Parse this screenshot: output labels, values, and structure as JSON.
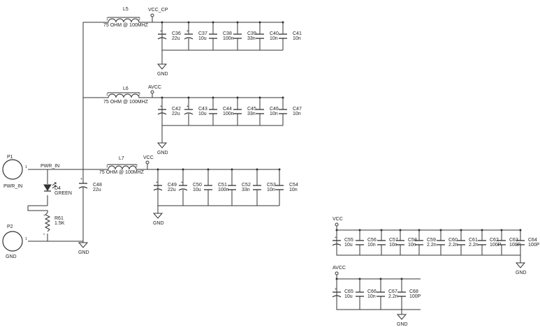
{
  "inductors": [
    {
      "ref": "L5",
      "value": "75 OHM @ 100MHZ",
      "net": "VCC_CP"
    },
    {
      "ref": "L6",
      "value": "75 OHM @ 100MHZ",
      "net": "AVCC"
    },
    {
      "ref": "L7",
      "value": "75 OHM @ 100MHZ",
      "net": "VCC"
    }
  ],
  "bank_vcc_cp": [
    {
      "ref": "C36",
      "value": "22u",
      "polar": true
    },
    {
      "ref": "C37",
      "value": "10u",
      "polar": true
    },
    {
      "ref": "C38",
      "value": "100n",
      "polar": false
    },
    {
      "ref": "C39",
      "value": "33n",
      "polar": false
    },
    {
      "ref": "C40",
      "value": "10n",
      "polar": false
    },
    {
      "ref": "C41",
      "value": "10n",
      "polar": false
    }
  ],
  "bank_avcc": [
    {
      "ref": "C42",
      "value": "22u",
      "polar": true
    },
    {
      "ref": "C43",
      "value": "10u",
      "polar": true
    },
    {
      "ref": "C44",
      "value": "100n",
      "polar": false
    },
    {
      "ref": "C45",
      "value": "33n",
      "polar": false
    },
    {
      "ref": "C46",
      "value": "10n",
      "polar": false
    },
    {
      "ref": "C47",
      "value": "10n",
      "polar": false
    }
  ],
  "bank_vcc": [
    {
      "ref": "C49",
      "value": "22u",
      "polar": true
    },
    {
      "ref": "C50",
      "value": "10u",
      "polar": true
    },
    {
      "ref": "C51",
      "value": "100n",
      "polar": false
    },
    {
      "ref": "C52",
      "value": "33n",
      "polar": false
    },
    {
      "ref": "C53",
      "value": "10n",
      "polar": false
    },
    {
      "ref": "C54",
      "value": "10n",
      "polar": false
    }
  ],
  "bank_vcc_decoupling": [
    {
      "ref": "C55",
      "value": "10u",
      "polar": true
    },
    {
      "ref": "C56",
      "value": "10n",
      "polar": false
    },
    {
      "ref": "C57",
      "value": "10n",
      "polar": false
    },
    {
      "ref": "C58",
      "value": "10n",
      "polar": false
    },
    {
      "ref": "C59",
      "value": "2.2n",
      "polar": false
    },
    {
      "ref": "C60",
      "value": "2.2n",
      "polar": false
    },
    {
      "ref": "C61",
      "value": "2.2n",
      "polar": false
    },
    {
      "ref": "C62",
      "value": "100P",
      "polar": false
    },
    {
      "ref": "C63",
      "value": "100P",
      "polar": false
    },
    {
      "ref": "C64",
      "value": "100P",
      "polar": false
    }
  ],
  "bank_avcc_decoupling": [
    {
      "ref": "C65",
      "value": "10u",
      "polar": true
    },
    {
      "ref": "C66",
      "value": "10n",
      "polar": false
    },
    {
      "ref": "C67",
      "value": "2.2n",
      "polar": false
    },
    {
      "ref": "C68",
      "value": "100P",
      "polar": false
    }
  ],
  "input": {
    "cap_ref": "C48",
    "cap_value": "22u",
    "diode_ref": "D4",
    "diode_value": "GREEN",
    "resistor_ref": "R61",
    "resistor_value": "1.5K"
  },
  "connectors": [
    {
      "ref": "P1",
      "net": "PWR_IN",
      "pin": "1"
    },
    {
      "ref": "P2",
      "net": "GND",
      "pin": "1"
    }
  ],
  "nets": {
    "pwr_in": "PWR_IN",
    "gnd": "GND",
    "vcc_cp": "VCC_CP",
    "avcc": "AVCC",
    "vcc": "VCC"
  },
  "pins": {
    "one": "1",
    "two": "2"
  },
  "polarity_mark": "+"
}
